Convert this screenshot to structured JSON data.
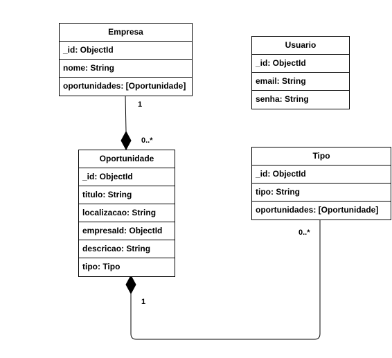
{
  "classes": {
    "empresa": {
      "name": "Empresa",
      "attributes": [
        "_id: ObjectId",
        "nome: String",
        "oportunidades: [Oportunidade]"
      ]
    },
    "usuario": {
      "name": "Usuario",
      "attributes": [
        "_id: ObjectId",
        "email: String",
        "senha: String"
      ]
    },
    "oportunidade": {
      "name": "Oportunidade",
      "attributes": [
        "_id: ObjectId",
        "titulo: String",
        "localizacao: String",
        "empresaId: ObjectId",
        "descricao: String",
        "tipo: Tipo"
      ]
    },
    "tipo": {
      "name": "Tipo",
      "attributes": [
        "_id: ObjectId",
        "tipo: String",
        "oportunidades: [Oportunidade]"
      ]
    }
  },
  "relations": {
    "empresa_oportunidade": {
      "source_multiplicity": "1",
      "target_multiplicity": "0..*"
    },
    "oportunidade_tipo": {
      "source_multiplicity": "1",
      "target_multiplicity": "0..*"
    }
  },
  "colors": {
    "stroke": "#000000",
    "background": "#ffffff"
  }
}
